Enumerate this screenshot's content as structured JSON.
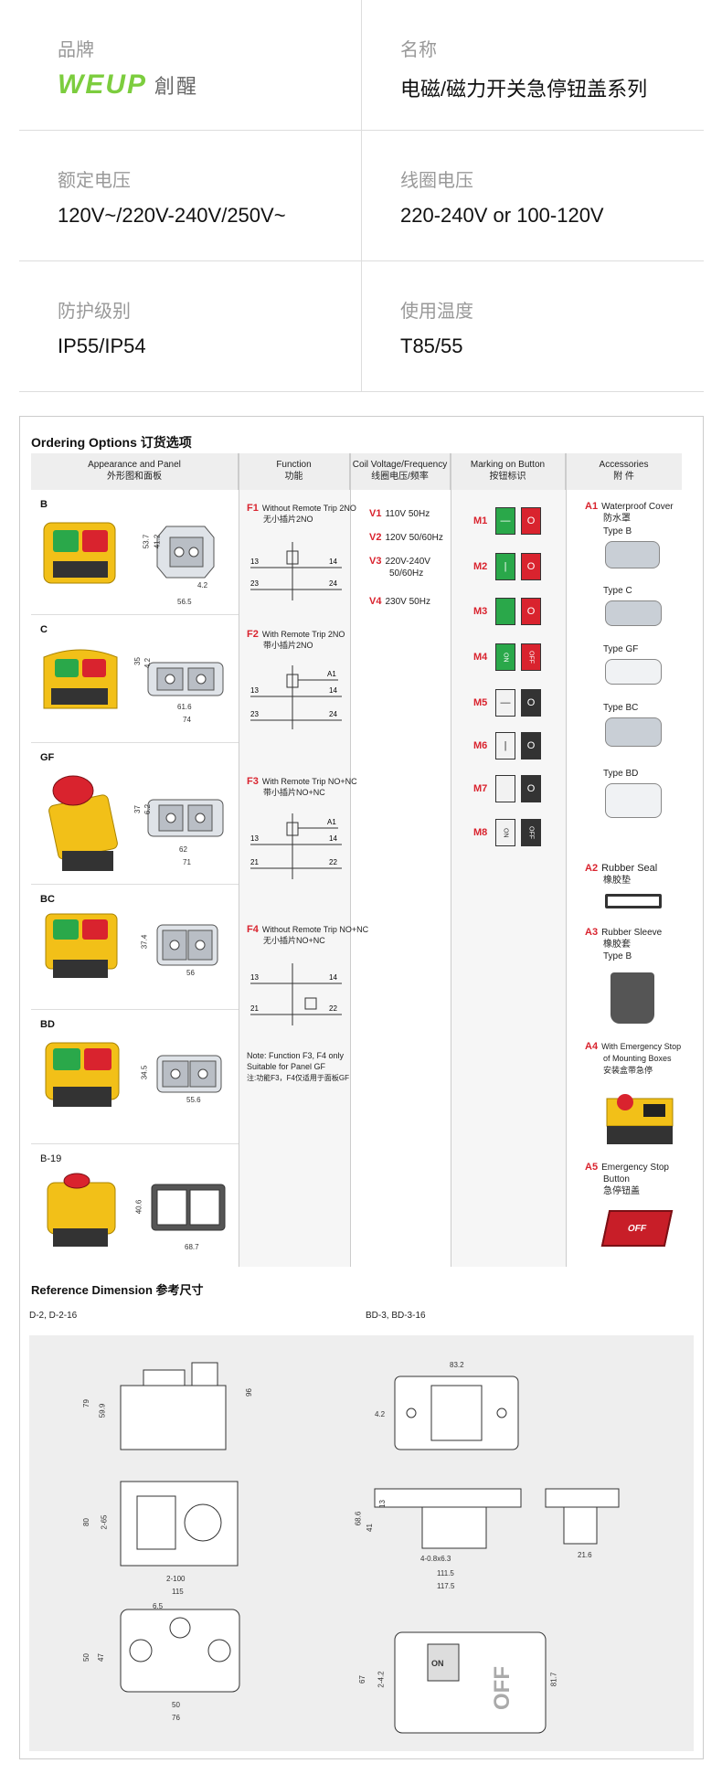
{
  "specs": {
    "brand_label": "品牌",
    "brand_logo": "WEUP",
    "brand_cn": "創醒",
    "name_label": "名称",
    "name_value": "电磁/磁力开关急停钮盖系列",
    "rated_voltage_label": "额定电压",
    "rated_voltage_value": "120V~/220V-240V/250V~",
    "coil_voltage_label": "线圈电压",
    "coil_voltage_value": "220-240V or 100-120V",
    "protection_label": "防护级别",
    "protection_value": "IP55/IP54",
    "temp_label": "使用温度",
    "temp_value": "T85/55"
  },
  "catalog": {
    "title": "Ordering Options 订货选项",
    "columns": [
      {
        "en": "Appearance and Panel",
        "cn": "外形图和面板"
      },
      {
        "en": "Function",
        "cn": "功能"
      },
      {
        "en": "Coil Voltage/Frequency",
        "cn": "线圈电压/频率"
      },
      {
        "en": "Marking on Button",
        "cn": "按钮标识"
      },
      {
        "en": "Accessories",
        "cn": "附 件"
      }
    ],
    "panels": [
      {
        "code": "B",
        "dims": [
          "53.7",
          "41.2",
          "4.2",
          "56.5"
        ]
      },
      {
        "code": "C",
        "dims": [
          "35",
          "4.2",
          "61.6",
          "74"
        ]
      },
      {
        "code": "GF",
        "dims": [
          "37",
          "6.2",
          "62",
          "71"
        ]
      },
      {
        "code": "BC",
        "dims": [
          "37.4",
          "56"
        ]
      },
      {
        "code": "BD",
        "dims": [
          "34.5",
          "55.6"
        ]
      },
      {
        "code": "B-19",
        "dims": [
          "40.6",
          "68.7"
        ]
      }
    ],
    "functions": [
      {
        "code": "F1",
        "en": "Without Remote Trip 2NO",
        "cn": "无小插片2NO"
      },
      {
        "code": "F2",
        "en": "With Remote Trip 2NO",
        "cn": "带小插片2NO"
      },
      {
        "code": "F3",
        "en": "With Remote Trip NO+NC",
        "cn": "带小插片NO+NC"
      },
      {
        "code": "F4",
        "en": "Without Remote Trip NO+NC",
        "cn": "无小插片NO+NC"
      }
    ],
    "function_note": {
      "en1": "Note: Function F3, F4 only",
      "en2": "Suitable for Panel GF",
      "cn": "注:功能F3，F4仅适用于面板GF"
    },
    "coils": [
      {
        "code": "V1",
        "value": "110V  50Hz"
      },
      {
        "code": "V2",
        "value": "120V  50/60Hz"
      },
      {
        "code": "V3",
        "value": "220V-240V",
        "value2": "50/60Hz"
      },
      {
        "code": "V4",
        "value": "230V  50Hz"
      }
    ],
    "markings": [
      {
        "code": "M1",
        "left": "—",
        "right": "O",
        "lc": "#2aa84a",
        "rc": "#d9232e"
      },
      {
        "code": "M2",
        "left": "|",
        "right": "O",
        "lc": "#2aa84a",
        "rc": "#d9232e"
      },
      {
        "code": "M3",
        "left": "",
        "right": "O",
        "lc": "#2aa84a",
        "rc": "#d9232e"
      },
      {
        "code": "M4",
        "left": "ON",
        "right": "OFF",
        "lc": "#2aa84a",
        "rc": "#d9232e"
      },
      {
        "code": "M5",
        "left": "—",
        "right": "O",
        "lc": "#f2f2f2",
        "rc": "#333333"
      },
      {
        "code": "M6",
        "left": "|",
        "right": "O",
        "lc": "#f2f2f2",
        "rc": "#333333"
      },
      {
        "code": "M7",
        "left": "",
        "right": "O",
        "lc": "#f2f2f2",
        "rc": "#333333"
      },
      {
        "code": "M8",
        "left": "ON",
        "right": "OFF",
        "lc": "#f2f2f2",
        "rc": "#333333"
      }
    ],
    "accessories": {
      "a1_code": "A1",
      "a1_en": "Waterproof Cover",
      "a1_cn": "防水罩",
      "a1_types": [
        "Type B",
        "Type C",
        "Type GF",
        "Type BC",
        "Type BD"
      ],
      "a2_code": "A2",
      "a2_en": "Rubber Seal",
      "a2_cn": "橡胶垫",
      "a3_code": "A3",
      "a3_en": "Rubber Sleeve",
      "a3_cn": "橡胶套",
      "a3_type": "Type B",
      "a4_code": "A4",
      "a4_en1": "With Emergency Stop",
      "a4_en2": "of Mounting Boxes",
      "a4_cn": "安装盒带急停",
      "a5_code": "A5",
      "a5_en1": "Emergency Stop",
      "a5_en2": "Button",
      "a5_cn": "急停钮盖",
      "a5_label": "OFF"
    },
    "reference": {
      "title": "Reference Dimension  参考尺寸",
      "left_label": "D-2, D-2-16",
      "right_label": "BD-3, BD-3-16",
      "left_dims": [
        "79",
        "59.9",
        "96",
        "80",
        "2-65",
        "2-100",
        "115",
        "6.5",
        "50",
        "47",
        "50",
        "76"
      ],
      "right_dims": [
        "83.2",
        "4.2",
        "68.6",
        "41",
        "13",
        "4-0.8x6.3",
        "111.5",
        "117.5",
        "21.6",
        "67",
        "2-4.2",
        "81.7"
      ],
      "right_text": [
        "ON",
        "OFF"
      ]
    },
    "colors": {
      "accent": "#d9232e",
      "brand": "#7ccd3e",
      "green": "#2aa84a",
      "yellow": "#f2c018"
    }
  }
}
